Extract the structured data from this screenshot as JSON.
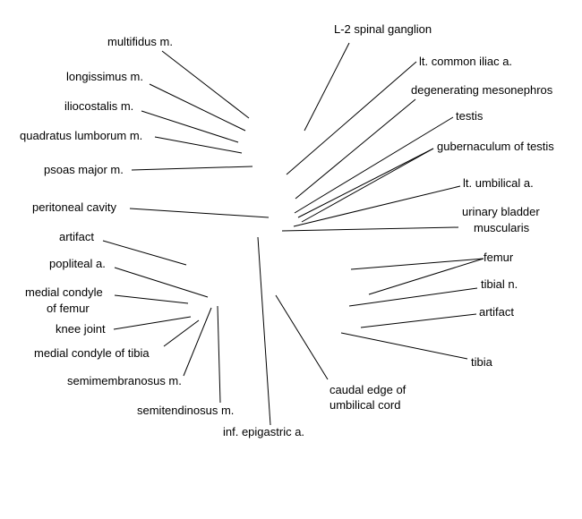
{
  "labels": {
    "spinal_ganglion": "L-2 spinal ganglion",
    "multifidus": "multifidus m.",
    "iliac": "lt. common iliac a.",
    "longissimus": "longissimus m.",
    "mesonephros": "degenerating mesonephros",
    "iliocostalis": "iliocostalis m.",
    "testis": "testis",
    "quadratus": "quadratus lumborum m.",
    "gubernaculum": "gubernaculum of testis",
    "psoas": "psoas major m.",
    "umbilical_a": "lt. umbilical a.",
    "peritoneal": "peritoneal cavity",
    "bladder_1": "urinary bladder",
    "bladder_2": "muscularis",
    "artifact_left": "artifact",
    "femur": "femur",
    "popliteal": "popliteal a.",
    "tibial_n": "tibial n.",
    "medial_condyle_femur_1": "medial condyle",
    "medial_condyle_femur_2": "of femur",
    "artifact_right": "artifact",
    "knee": "knee joint",
    "medial_condyle_tibia": "medial condyle of tibia",
    "tibia": "tibia",
    "semimembranosus": "semimembranosus m.",
    "umbilical_cord_1": "caudal edge of",
    "umbilical_cord_2": "umbilical cord",
    "semitendinosus": "semitendinosus m.",
    "epigastric": "inf. epigastric a."
  }
}
